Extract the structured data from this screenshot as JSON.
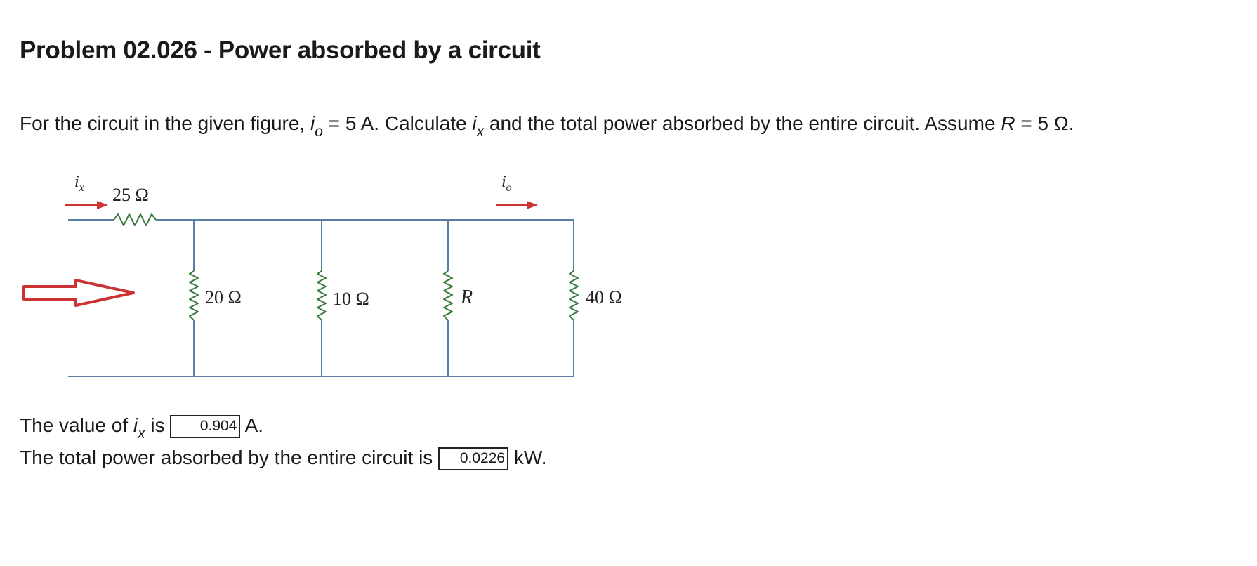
{
  "title": "Problem 02.026 - Power absorbed by a circuit",
  "problem": {
    "p1": "For the circuit in the given figure, ",
    "io_var": "i",
    "io_sub": "o",
    "p2": " = 5 A. Calculate ",
    "ix_var": "i",
    "ix_sub": "x",
    "p3": " and the total power absorbed by the entire circuit. Assume ",
    "R_var": "R",
    "p4": " = 5 Ω."
  },
  "figure": {
    "ix_label": "i",
    "ix_sub": "x",
    "io_label": "i",
    "io_sub": "o",
    "r_series": "25 Ω",
    "r1": "20 Ω",
    "r2": "10 Ω",
    "r3": "R",
    "r4": "40 Ω",
    "colors": {
      "wire": "#5a7ea8",
      "resistor": "#3a7a3a",
      "arrow": "#cc3333",
      "text": "#222222"
    }
  },
  "answers": {
    "a1_pre": "The value of ",
    "a1_var": "i",
    "a1_sub": "x",
    "a1_mid": " is ",
    "a1_value": "0.904",
    "a1_unit": " A.",
    "a2_pre": "The total power absorbed by the entire circuit is ",
    "a2_value": "0.0226",
    "a2_unit": " kW."
  }
}
